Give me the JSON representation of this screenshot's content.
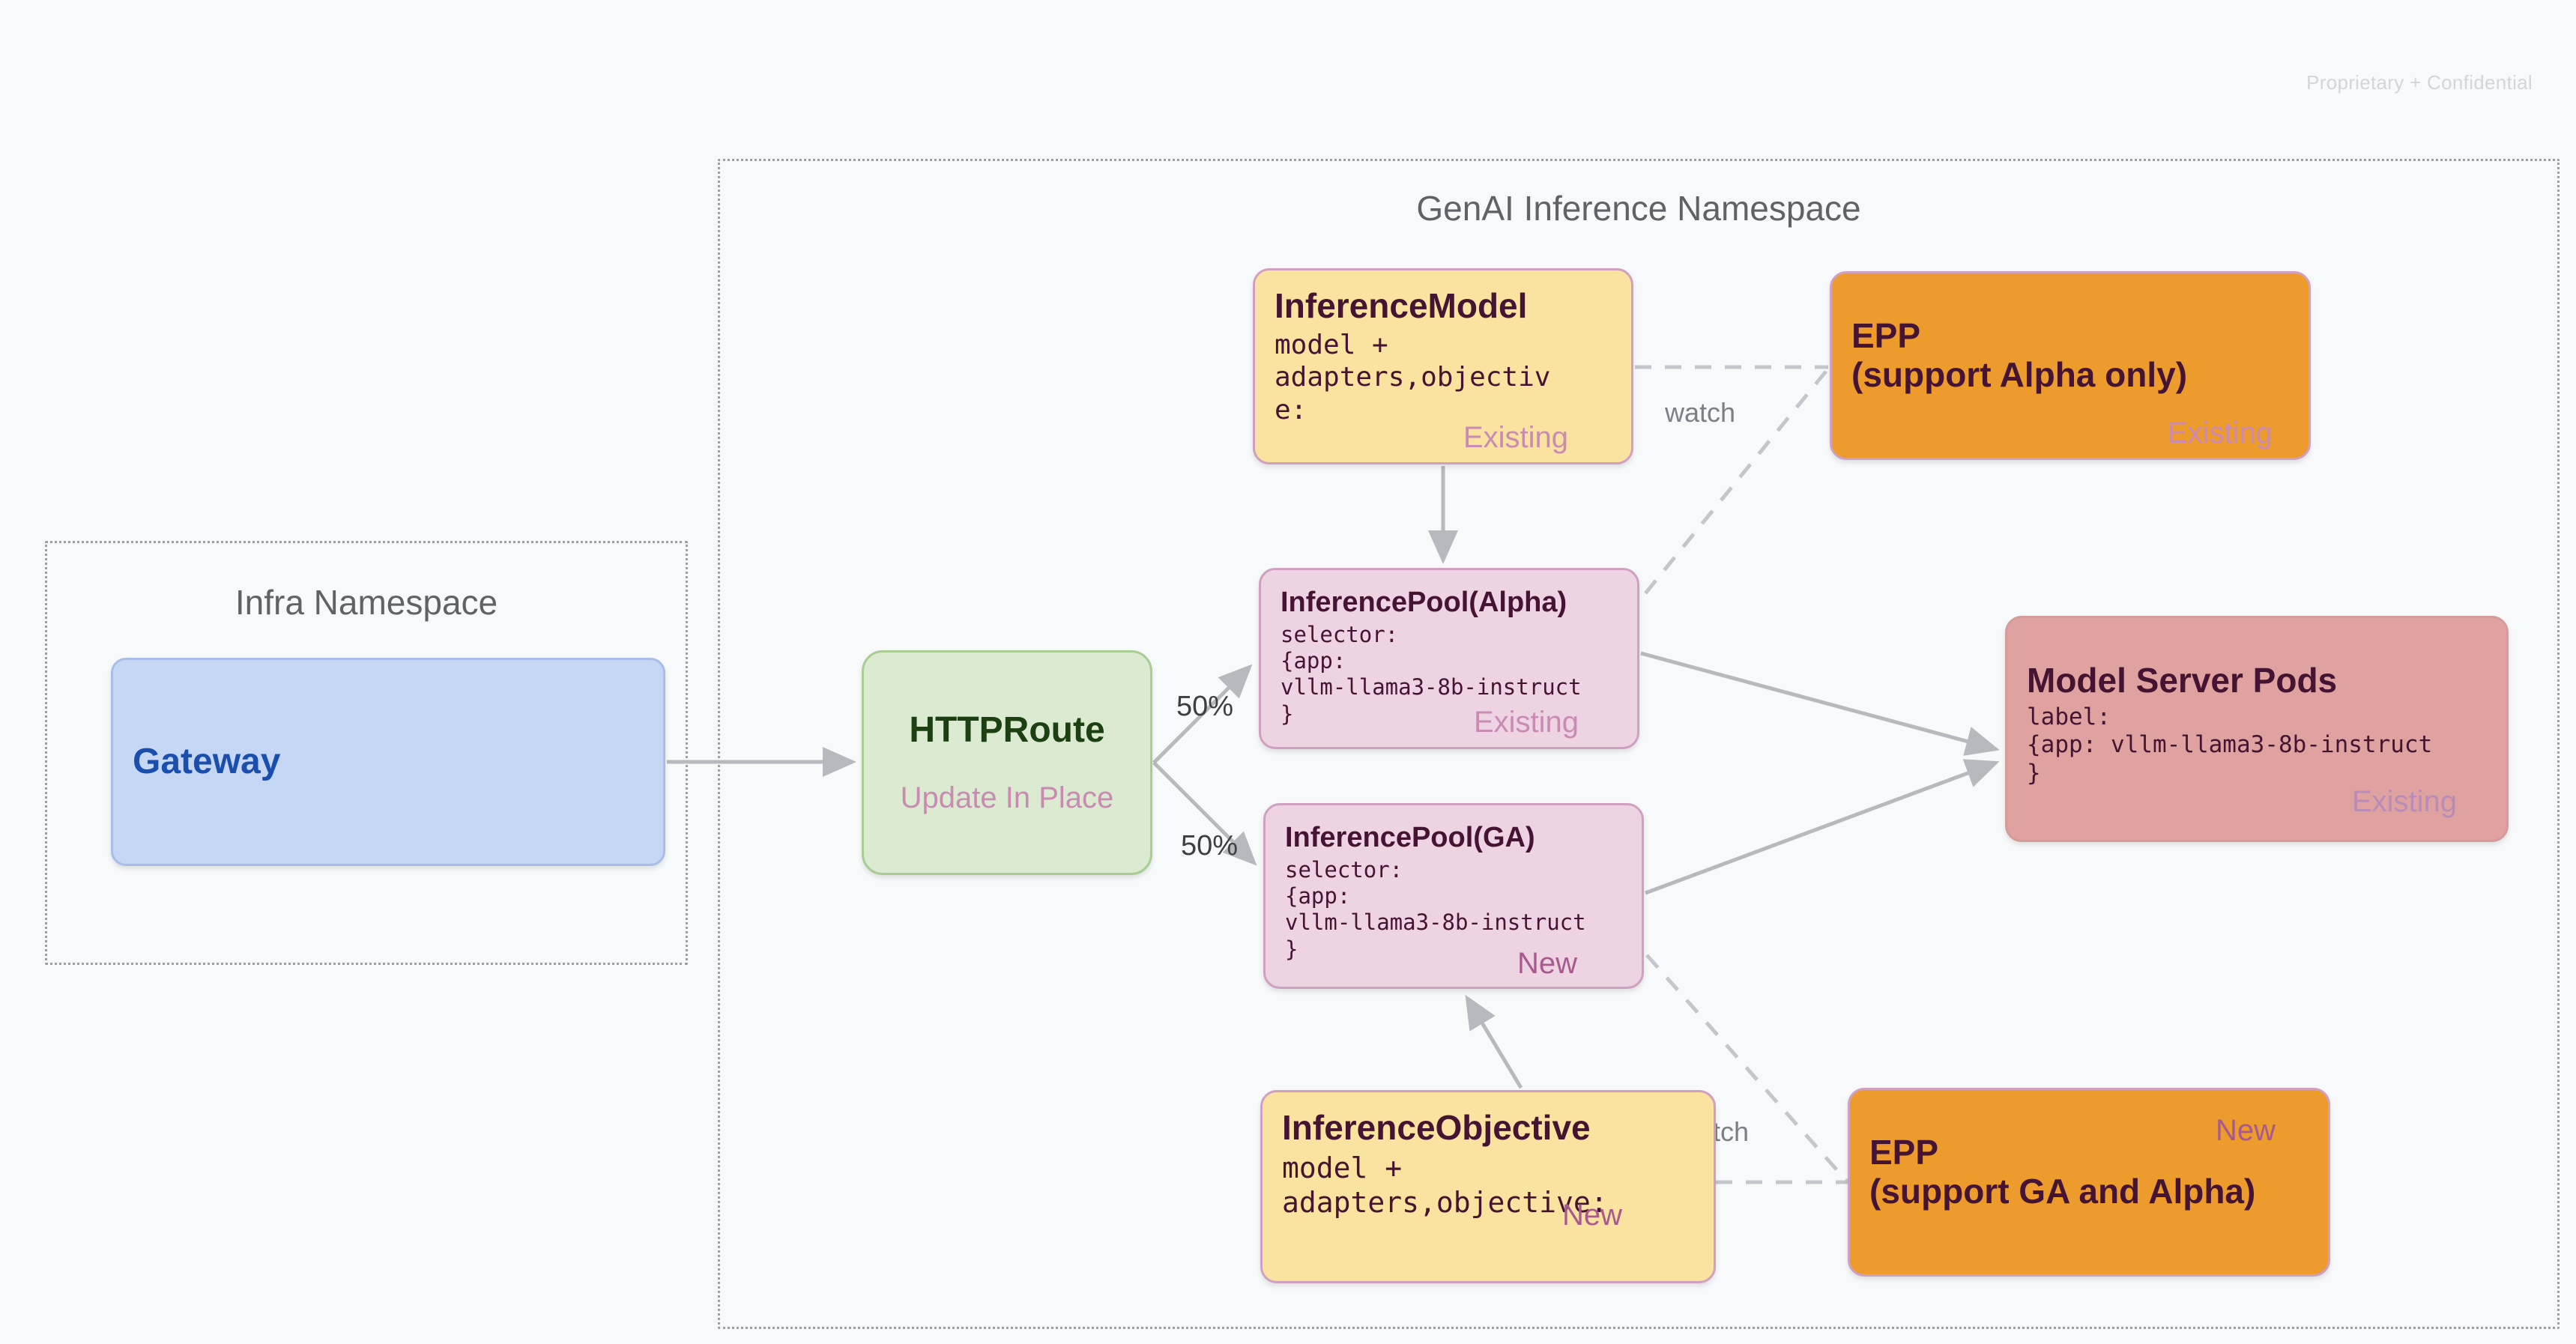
{
  "slide": {
    "confidential_note": "Proprietary + Confidential"
  },
  "namespaces": [
    {
      "id": "infra",
      "title": "Infra Namespace"
    },
    {
      "id": "genai",
      "title": "GenAI Inference Namespace"
    }
  ],
  "nodes": {
    "gateway": {
      "title": "Gateway",
      "body": "",
      "tag": ""
    },
    "httproute": {
      "title": "HTTPRoute",
      "subtitle": "Update In Place"
    },
    "inference_model": {
      "title": "InferenceModel",
      "body": "model +\nadapters,objectiv\ne:",
      "tag": "Existing"
    },
    "pool_alpha": {
      "title": "InferencePool(Alpha)",
      "body": "selector:\n{app:\nvllm-llama3-8b-instruct\n}",
      "tag": "Existing"
    },
    "pool_ga": {
      "title": "InferencePool(GA)",
      "body": "selector:\n{app:\nvllm-llama3-8b-instruct\n}",
      "tag": "New"
    },
    "inference_objective": {
      "title": "InferenceObjective",
      "body": "model +\nadapters,objective:",
      "tag": "New"
    },
    "epp_alpha": {
      "title": "EPP\n(support Alpha only)",
      "tag": "Existing"
    },
    "epp_ga": {
      "title": "EPP\n(support GA and Alpha)",
      "tag": "New"
    },
    "model_server_pods": {
      "title": "Model Server Pods",
      "body": "label:\n{app: vllm-llama3-8b-instruct\n}",
      "tag": "Existing"
    }
  },
  "edges": {
    "split_top_label": "50%",
    "split_bottom_label": "50%",
    "watch_top_label": "watch",
    "watch_bottom_label": "watch"
  },
  "colors": {
    "canvas": "#f8f9fb",
    "namespace_border": "#9aa0a6",
    "gateway_fill": "#c6d6f5",
    "gateway_text": "#1a4fb0",
    "httproute_fill": "#dbead0",
    "httproute_text": "#1c4012",
    "yellow_fill": "#fae3a0",
    "pink_fill": "#eed4e2",
    "orange_fill": "#ee9b2e",
    "red_fill": "#e0a2a0",
    "node_border": "#cfa0c0",
    "tag_existing": "#c98bb2",
    "tag_new": "#a85a8e",
    "connector": "#b6b9bd",
    "dark_text": "#451432"
  }
}
